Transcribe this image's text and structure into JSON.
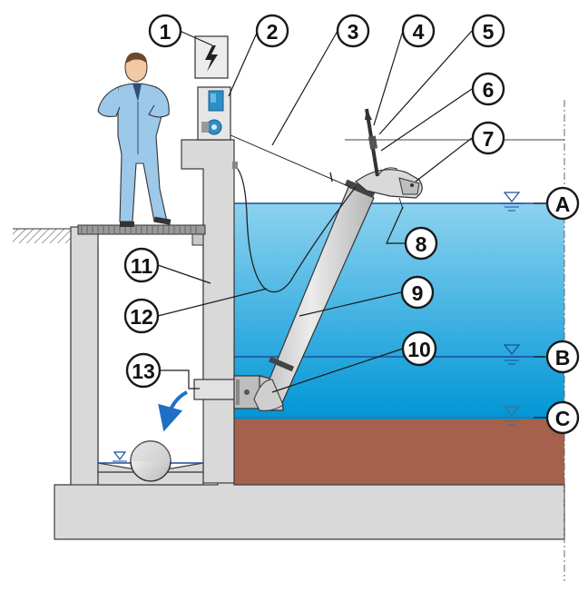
{
  "diagram": {
    "callouts": [
      {
        "id": "1",
        "label": "1"
      },
      {
        "id": "2",
        "label": "2"
      },
      {
        "id": "3",
        "label": "3"
      },
      {
        "id": "4",
        "label": "4"
      },
      {
        "id": "5",
        "label": "5"
      },
      {
        "id": "6",
        "label": "6"
      },
      {
        "id": "7",
        "label": "7"
      },
      {
        "id": "8",
        "label": "8"
      },
      {
        "id": "9",
        "label": "9"
      },
      {
        "id": "10",
        "label": "10"
      },
      {
        "id": "11",
        "label": "11"
      },
      {
        "id": "12",
        "label": "12"
      },
      {
        "id": "13",
        "label": "13"
      }
    ],
    "levels": [
      {
        "id": "A",
        "label": "A"
      },
      {
        "id": "B",
        "label": "B"
      },
      {
        "id": "C",
        "label": "C"
      }
    ]
  },
  "icons": {
    "electrical_cabinet": "lightning-bolt-icon",
    "person": "worker-icon",
    "flow_arrow": "arrow-down-left-icon",
    "water_level": "water-level-triangle-icon"
  },
  "colors": {
    "water_top": "#8cd2ef",
    "water_bottom": "#0096d6",
    "sediment": "#a5614c",
    "concrete": "#d9d9d9",
    "pipe": "#d4d4d4",
    "motor": "#2c8fc9",
    "worker_suit": "#9cc8ea",
    "arrow": "#1f6fc4"
  }
}
